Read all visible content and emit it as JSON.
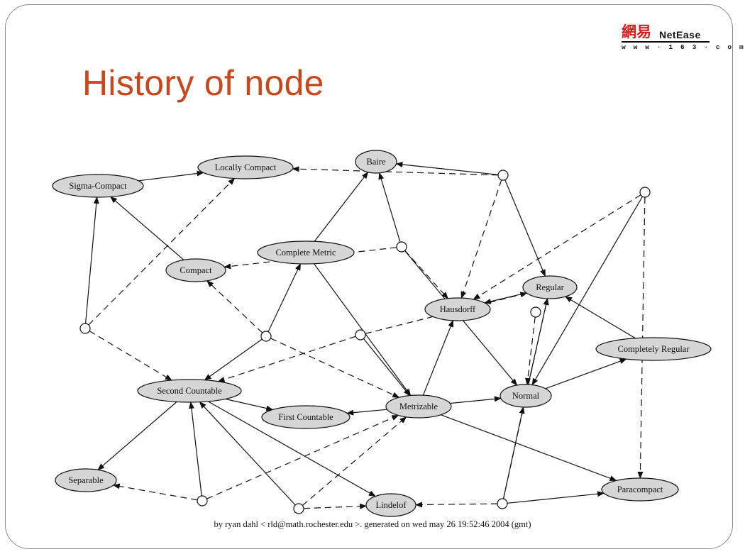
{
  "slide": {
    "title": "History of node",
    "logo": {
      "cjk": "網易",
      "brand": "NetEase",
      "url": "w w w · 1 6 3 · c o m"
    },
    "credit": "by ryan dahl < rld@math.rochester.edu >. generated on wed may 26 19:52:46 2004 (gmt)"
  },
  "diagram": {
    "nodes": [
      {
        "id": "baire",
        "label": "Baire"
      },
      {
        "id": "locally-compact",
        "label": "Locally Compact"
      },
      {
        "id": "sigma-compact",
        "label": "Sigma-Compact"
      },
      {
        "id": "complete-metric",
        "label": "Complete Metric"
      },
      {
        "id": "compact",
        "label": "Compact"
      },
      {
        "id": "regular",
        "label": "Regular"
      },
      {
        "id": "hausdorff",
        "label": "Hausdorff"
      },
      {
        "id": "completely-regular",
        "label": "Completely Regular"
      },
      {
        "id": "second-countable",
        "label": "Second Countable"
      },
      {
        "id": "normal",
        "label": "Normal"
      },
      {
        "id": "metrizable",
        "label": "Metrizable"
      },
      {
        "id": "first-countable",
        "label": "First Countable"
      },
      {
        "id": "separable",
        "label": "Separable"
      },
      {
        "id": "paracompact",
        "label": "Paracompact"
      },
      {
        "id": "lindelof",
        "label": "Lindelof"
      }
    ],
    "junctions": [
      "j1",
      "j2",
      "j3",
      "j4",
      "j5",
      "j6",
      "j7",
      "j8",
      "j9",
      "j10"
    ],
    "edges": [
      {
        "from": "sigma-compact",
        "to": "locally-compact",
        "style": "solid"
      },
      {
        "from": "compact",
        "to": "sigma-compact",
        "style": "solid"
      },
      {
        "from": "j3",
        "to": "sigma-compact",
        "style": "solid"
      },
      {
        "from": "j3",
        "to": "locally-compact",
        "style": "dashed"
      },
      {
        "from": "j3",
        "to": "second-countable",
        "style": "dashed"
      },
      {
        "from": "j1",
        "to": "baire",
        "style": "solid"
      },
      {
        "from": "j1",
        "to": "locally-compact",
        "style": "dashed"
      },
      {
        "from": "j1",
        "to": "regular",
        "style": "solid"
      },
      {
        "from": "j1",
        "to": "hausdorff",
        "style": "dashed"
      },
      {
        "from": "complete-metric",
        "to": "baire",
        "style": "solid"
      },
      {
        "from": "complete-metric",
        "to": "metrizable",
        "style": "solid"
      },
      {
        "from": "j4",
        "to": "baire",
        "style": "solid"
      },
      {
        "from": "j4",
        "to": "compact",
        "style": "dashed"
      },
      {
        "from": "j4",
        "to": "hausdorff",
        "style": "dashed"
      },
      {
        "from": "j4",
        "to": "normal",
        "style": "solid"
      },
      {
        "from": "j2",
        "to": "hausdorff",
        "style": "dashed"
      },
      {
        "from": "j2",
        "to": "normal",
        "style": "solid"
      },
      {
        "from": "j2",
        "to": "paracompact",
        "style": "dashed"
      },
      {
        "from": "regular",
        "to": "hausdorff",
        "style": "solid"
      },
      {
        "from": "completely-regular",
        "to": "regular",
        "style": "solid"
      },
      {
        "from": "normal",
        "to": "completely-regular",
        "style": "solid"
      },
      {
        "from": "normal",
        "to": "regular",
        "style": "solid"
      },
      {
        "from": "j5",
        "to": "complete-metric",
        "style": "solid"
      },
      {
        "from": "j5",
        "to": "compact",
        "style": "dashed"
      },
      {
        "from": "j5",
        "to": "second-countable",
        "style": "solid"
      },
      {
        "from": "j5",
        "to": "metrizable",
        "style": "dashed"
      },
      {
        "from": "j6",
        "to": "metrizable",
        "style": "solid"
      },
      {
        "from": "j6",
        "to": "regular",
        "style": "dashed"
      },
      {
        "from": "metrizable",
        "to": "hausdorff",
        "style": "solid"
      },
      {
        "from": "metrizable",
        "to": "normal",
        "style": "solid"
      },
      {
        "from": "metrizable",
        "to": "first-countable",
        "style": "solid"
      },
      {
        "from": "metrizable",
        "to": "paracompact",
        "style": "solid"
      },
      {
        "from": "second-countable",
        "to": "first-countable",
        "style": "solid"
      },
      {
        "from": "second-countable",
        "to": "separable",
        "style": "solid"
      },
      {
        "from": "second-countable",
        "to": "lindelof",
        "style": "solid"
      },
      {
        "from": "j6",
        "to": "second-countable",
        "style": "dashed"
      },
      {
        "from": "j7",
        "to": "second-countable",
        "style": "solid"
      },
      {
        "from": "j7",
        "to": "separable",
        "style": "dashed"
      },
      {
        "from": "j7",
        "to": "metrizable",
        "style": "dashed"
      },
      {
        "from": "j8",
        "to": "second-countable",
        "style": "solid"
      },
      {
        "from": "j8",
        "to": "lindelof",
        "style": "dashed"
      },
      {
        "from": "j8",
        "to": "metrizable",
        "style": "dashed"
      },
      {
        "from": "j9",
        "to": "lindelof",
        "style": "dashed"
      },
      {
        "from": "j9",
        "to": "normal",
        "style": "solid"
      },
      {
        "from": "j9",
        "to": "paracompact",
        "style": "solid"
      },
      {
        "from": "j9",
        "to": "regular",
        "style": "dashed"
      },
      {
        "from": "j10",
        "to": "normal",
        "style": "dashed"
      }
    ]
  }
}
